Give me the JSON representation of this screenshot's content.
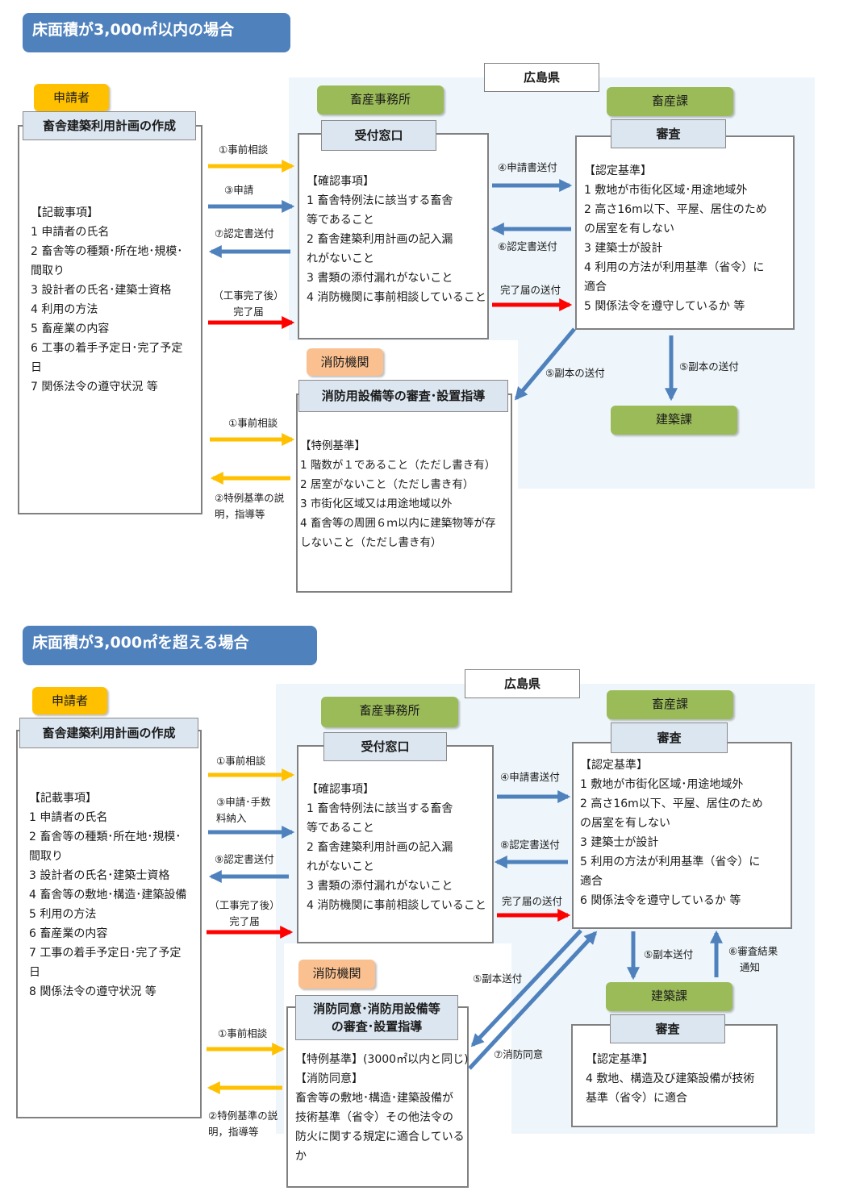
{
  "colors": {
    "banner": "#4f81bd",
    "yellow": "#ffc000",
    "blue": "#4f81bd",
    "red": "#ff0000",
    "green": "#9bbb59",
    "header": "#dce6f1"
  },
  "s1": {
    "banner": "床面積が3,000㎡以内の場合",
    "pref": "広島県",
    "applicant_tag": "申請者",
    "applicant_header": "畜舎建築利用計画の作成",
    "applicant_items": [
      "【記載事項】",
      "1  申請者の氏名",
      "2  畜舎等の種類･所在地･規模･",
      "間取り",
      "3  設計者の氏名･建築士資格",
      "4  利用の方法",
      "5  畜産業の内容",
      "6  工事の着手予定日･完了予定",
      "日",
      "7  関係法令の遵守状況  等"
    ],
    "office_tag": "畜産事務所",
    "office_header": "受付窓口",
    "office_items": [
      "【確認事項】",
      "1  畜舎特例法に該当する畜舎",
      "   等であること",
      "2  畜舎建築利用計画の記入漏",
      "   れがないこと",
      "3  書類の添付漏れがないこと",
      "4  消防機関に事前相談していること"
    ],
    "dept_tag": "畜産課",
    "dept_header": "審査",
    "dept_items": [
      "【認定基準】",
      "1  敷地が市街化区域･用途地域外",
      "2  高さ16m以下、平屋、居住のため",
      "   の居室を有しない",
      "3  建築士が設計",
      "4  利用の方法が利用基準（省令）に",
      "   適合",
      "5  関係法令を遵守しているか  等"
    ],
    "fire_tag": "消防機関",
    "fire_header": "消防用設備等の審査･設置指導",
    "fire_items": [
      "【特例基準】",
      "1  階数が１であること（ただし書き有）",
      "2  居室がないこと（ただし書き有）",
      "3  市街化区域又は用途地域以外",
      "4  畜舎等の周囲６ｍ以内に建築物等が存",
      "しないこと（ただし書き有）"
    ],
    "building_tag": "建築課",
    "labels": {
      "a1": "①事前相談",
      "a3": "③申請",
      "a7": "⑦認定書送付",
      "a_done1": "（工事完了後）",
      "a_done2": "完了届",
      "a4": "④申請書送付",
      "a6": "⑥認定書送付",
      "a_done3": "完了届の送付",
      "a5": "⑤副本の送付",
      "a5b": "⑤副本の送付",
      "f1": "①事前相談",
      "f2a": "②特例基準の説",
      "f2b": "明，指導等"
    }
  },
  "s2": {
    "banner": "床面積が3,000㎡を超える場合",
    "pref": "広島県",
    "applicant_tag": "申請者",
    "applicant_header": "畜舎建築利用計画の作成",
    "applicant_items": [
      "【記載事項】",
      "1  申請者の氏名",
      "2  畜舎等の種類･所在地･規模･",
      "間取り",
      "3  設計者の氏名･建築士資格",
      "4  畜舎等の敷地･構造･建築設備",
      "5  利用の方法",
      "6  畜産業の内容",
      "7  工事の着手予定日･完了予定",
      "日",
      "8  関係法令の遵守状況  等"
    ],
    "office_tag": "畜産事務所",
    "office_header": "受付窓口",
    "office_items": [
      "【確認事項】",
      "1  畜舎特例法に該当する畜舎",
      "   等であること",
      "2  畜舎建築利用計画の記入漏",
      "   れがないこと",
      "3  書類の添付漏れがないこと",
      "4  消防機関に事前相談していること"
    ],
    "dept_tag": "畜産課",
    "dept_header": "審査",
    "dept_items": [
      "【認定基準】",
      "1 敷地が市街化区域･用途地域外",
      "2 高さ16m以下、平屋、居住のため",
      "  の居室を有しない",
      "3 建築士が設計",
      "5 利用の方法が利用基準（省令）に",
      "  適合",
      "6 関係法令を遵守しているか  等"
    ],
    "fire_tag": "消防機関",
    "fire_header1": "消防同意･消防用設備等",
    "fire_header2": "の審査･設置指導",
    "fire_items": [
      "【特例基準】(3000㎡以内と同じ)",
      "【消防同意】",
      "畜舎等の敷地･構造･建築設備が",
      "技術基準（省令）その他法令の",
      "防火に関する規定に適合している",
      "か"
    ],
    "building_tag": "建築課",
    "building_header": "審査",
    "building_items": [
      "【認定基準】",
      "4 敷地、構造及び建築設備が技術",
      "基準（省令）に適合"
    ],
    "labels": {
      "a1": "①事前相談",
      "a3a": "③申請･手数",
      "a3b": "料納入",
      "a9": "⑨認定書送付",
      "a_done1": "（工事完了後）",
      "a_done2": "完了届",
      "a4": "④申請書送付",
      "a8": "⑧認定書送付",
      "a_done3": "完了届の送付",
      "a5": "⑤副本送付",
      "a7": "⑦消防同意",
      "b5": "⑤副本送付",
      "b6a": "⑥審査結果",
      "b6b": "通知",
      "f1": "①事前相談",
      "f2a": "②特例基準の説",
      "f2b": "明，指導等"
    }
  }
}
